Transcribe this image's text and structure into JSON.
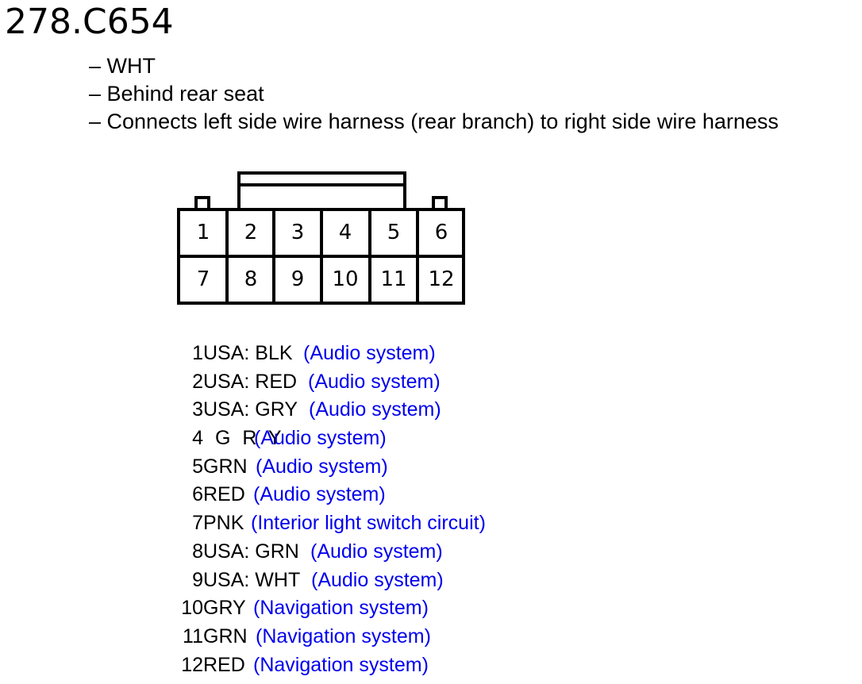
{
  "title": "278.C654",
  "description": [
    "– WHT",
    "– Behind rear seat",
    "– Connects left side wire harness (rear branch) to right side wire harness"
  ],
  "connector": {
    "pins_top": [
      "1",
      "2",
      "3",
      "4",
      "5",
      "6"
    ],
    "pins_bottom": [
      "7",
      "8",
      "9",
      "10",
      "11",
      "12"
    ]
  },
  "pins": [
    {
      "num": "1",
      "wire": "USA: BLK",
      "desc": "(Audio system)"
    },
    {
      "num": "2",
      "wire": "USA: RED",
      "desc": "(Audio system)"
    },
    {
      "num": "3",
      "wire": "USA: GRY",
      "desc": "(Audio system)"
    },
    {
      "num": "4",
      "wire": "G R Y",
      "desc": "(Audio system)"
    },
    {
      "num": "5",
      "wire": "GRN",
      "desc": "(Audio system)"
    },
    {
      "num": "6",
      "wire": "RED",
      "desc": "(Audio system)"
    },
    {
      "num": "7",
      "wire": "PNK",
      "desc": "(Interior light switch circuit)"
    },
    {
      "num": "8",
      "wire": "USA: GRN",
      "desc": "(Audio system)"
    },
    {
      "num": "9",
      "wire": "USA: WHT",
      "desc": "(Audio system)"
    },
    {
      "num": "10",
      "wire": "GRY",
      "desc": "(Navigation system)"
    },
    {
      "num": "11",
      "wire": "GRN",
      "desc": "(Navigation system)"
    },
    {
      "num": "12",
      "wire": "RED",
      "desc": "(Navigation system)"
    }
  ],
  "colors": {
    "text": "#000000",
    "link": "#0000ee",
    "background": "#ffffff"
  }
}
